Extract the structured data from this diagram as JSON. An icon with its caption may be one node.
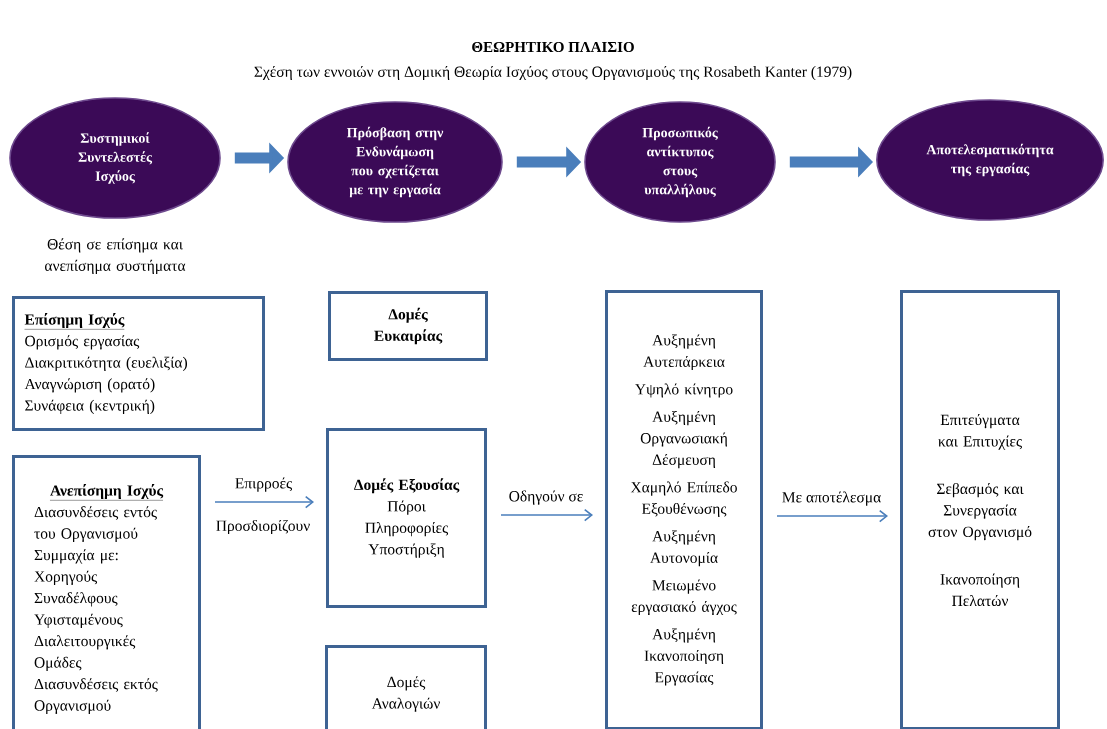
{
  "diagram": {
    "title": "ΘΕΩΡΗΤΙΚΟ ΠΛΑΙΣΙΟ",
    "caption": "Σχέση των εννοιών στη Δομική Θεωρία Ισχύος στους Οργανισμούς της Rosabeth Kanter (1979)",
    "nodes": [
      {
        "text": [
          "Συστημικοί Συντελεστές Ισχύος"
        ],
        "beside": [
          "Θέση σε επίσημα και ανεπίσημα συστήματα"
        ]
      },
      {
        "text": [
          "Πρόσβαση στην Ενδυνάμωση που σχετίζεται με την εργασία"
        ]
      },
      {
        "text": [
          "Προσωπικός αντίκτυπος στους υπαλλήλους"
        ]
      },
      {
        "text": [
          "Αποτελεσματικότητα της εργασίας"
        ]
      },
      {
        "text": [
          "Επίσημη Ισχύς",
          "Ορισμός εργασίας",
          "Διακριτικότητα (ευελιξία)",
          "Αναγνώριση (ορατό)",
          "Συνάφεια (κεντρική)"
        ]
      },
      {
        "text": [
          "Ανεπίσημη Ισχύς",
          "Διασυνδέσεις εντός του Οργανισμού",
          "Συμμαχία με:",
          "Χορηγούς",
          "Συναδέλφους",
          "Υφισταμένους",
          "Διαλειτουργικές Ομάδες",
          "Διασυνδέσεις εκτός Οργανισμού"
        ]
      },
      {
        "text": [
          "Δομές Ευκαιρίας"
        ]
      },
      {
        "text": [
          "Δομές Εξουσίας",
          "Πόροι",
          "Πληροφορίες",
          "Υποστήριξη"
        ]
      },
      {
        "text": [
          "Δομές Αναλογιών"
        ]
      },
      {
        "text": [
          "Αυξημένη Αυτεπάρκεια",
          "Υψηλό κίνητρο",
          "Αυξημένη Οργανωσιακή Δέσμευση",
          "Χαμηλό Επίπεδο Εξουθένωσης",
          "Αυξημένη Αυτονομία",
          "Μειωμένο εργασιακό άγχος",
          "Αυξημένη Ικανοποίηση Εργασίας"
        ]
      },
      {
        "text": [
          "Επιτεύγματα και Επιτυχίες",
          "Σεβασμός και Συνεργασία στον Οργανισμό",
          "Ικανοποίηση Πελατών"
        ]
      }
    ],
    "edges": [
      {
        "from": 0,
        "to": 1,
        "arrow": "to",
        "style": "thick"
      },
      {
        "from": 1,
        "to": 2,
        "arrow": "to",
        "style": "thick"
      },
      {
        "from": 2,
        "to": 3,
        "arrow": "to",
        "style": "thick"
      },
      {
        "from": 5,
        "to": 7,
        "arrow": "to",
        "label": "Επιρροές"
      },
      {
        "from": 7,
        "to": 9,
        "arrow": "to",
        "label": "Οδηγούν σε"
      },
      {
        "from": 9,
        "to": 10,
        "arrow": "to",
        "label": "Με αποτέλεσμα"
      }
    ],
    "labels": [
      "Προσδιορίζουν"
    ]
  }
}
